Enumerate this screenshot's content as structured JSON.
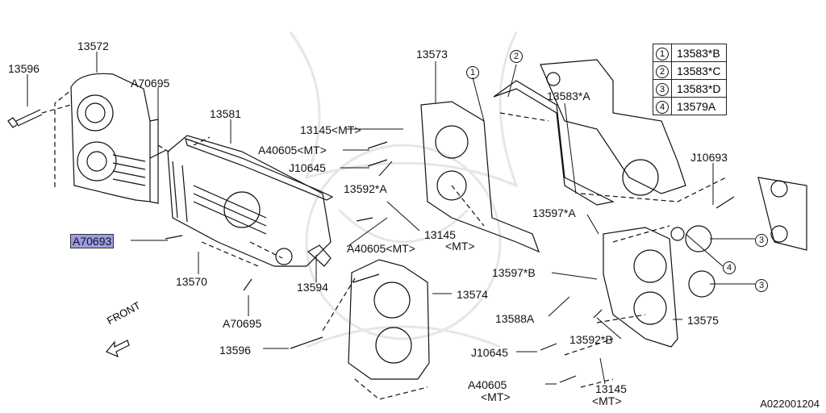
{
  "diagram": {
    "parts": {
      "p13572": "13572",
      "p13596_top": "13596",
      "pA70695_top": "A70695",
      "p13581": "13581",
      "p13573": "13573",
      "p13145_mt_top": "13145<MT>",
      "pA40605_mt_top": "A40605<MT>",
      "pJ10645_top": "J10645",
      "p13592A": "13592*A",
      "p13583A": "13583*A",
      "pJ10693": "J10693",
      "pA70693": "A70693",
      "p13570": "13570",
      "p13594": "13594",
      "pA40605_mt_mid": "A40605<MT>",
      "p13145_mid": "13145",
      "mt_mid": "<MT>",
      "p13597A": "13597*A",
      "p13597B": "13597*B",
      "p13574": "13574",
      "p13588A": "13588A",
      "pA70695_bot": "A70695",
      "p13575": "13575",
      "p13596_bot": "13596",
      "p13592B": "13592*B",
      "pJ10645_bot": "J10645",
      "pA40605_bot": "A40605",
      "mt_bot1": "<MT>",
      "p13145_bot": "13145",
      "mt_bot2": "<MT>"
    },
    "callouts": {
      "c1": "1",
      "c2": "2",
      "c3a": "3",
      "c4": "4",
      "c3b": "3"
    },
    "legend": [
      {
        "num": "1",
        "part": "13583*B"
      },
      {
        "num": "2",
        "part": "13583*C"
      },
      {
        "num": "3",
        "part": "13583*D"
      },
      {
        "num": "4",
        "part": "13579A"
      }
    ],
    "front_label": "FRONT",
    "figure_code": "A022001204",
    "highlight_color": "#9c9ce6"
  }
}
